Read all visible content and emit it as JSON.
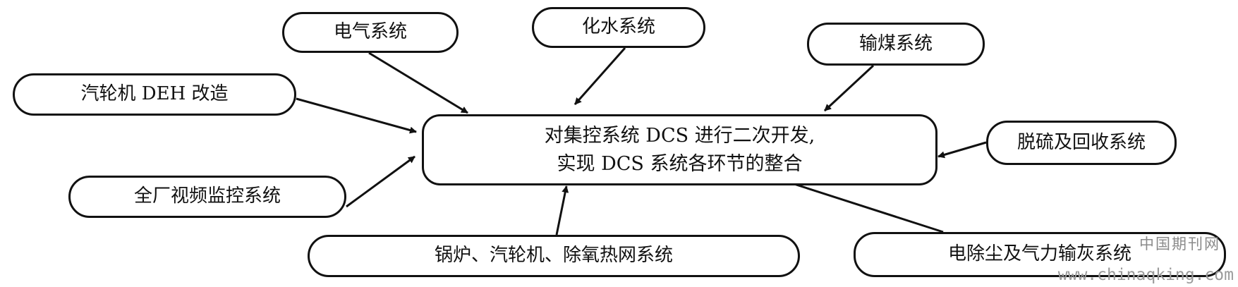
{
  "center": {
    "line1": "对集控系统 DCS 进行二次开发,",
    "line2": "实现 DCS 系统各环节的整合"
  },
  "nodes": {
    "electrical": "电气系统",
    "chemical_water": "化水系统",
    "coal_conveying": "输煤系统",
    "turbine_deh": "汽轮机 DEH 改造",
    "desulfurization": "脱硫及回收系统",
    "video_monitoring": "全厂视频监控系统",
    "boiler_turbine_deaerator": "锅炉、汽轮机、除氧热网系统",
    "esp_ash": "电除尘及气力输灰系统"
  },
  "watermark": {
    "site_name": "中国期刊网",
    "url": "www.chinaqking.com"
  }
}
